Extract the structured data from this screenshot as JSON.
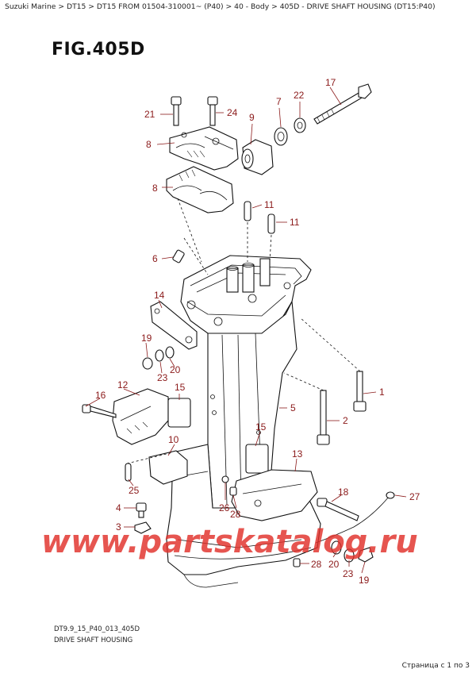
{
  "breadcrumb": "Suzuki Marine > DT15 > DT15 FROM 01504-310001~ (P40) > 40 - Body > 405D - DRIVE SHAFT HOUSING (DT15:P40)",
  "figure_title": "FIG.405D",
  "footer": {
    "code": "DT9.9_15_P40_013_405D",
    "name": "DRIVE SHAFT HOUSING"
  },
  "watermark": "www.partskatalog.ru",
  "page_indicator": "Страница с 1 по 3",
  "callouts": {
    "c1": "1",
    "c2": "2",
    "c4": "4",
    "c3": "3",
    "c5": "5",
    "c6": "6",
    "c7": "7",
    "c8a": "8",
    "c8b": "8",
    "c9": "9",
    "c10": "10",
    "c11a": "11",
    "c11b": "11",
    "c12": "12",
    "c13": "13",
    "c14": "14",
    "c15a": "15",
    "c15b": "15",
    "c16": "16",
    "c17": "17",
    "c18": "18",
    "c19a": "19",
    "c19b": "19",
    "c20a": "20",
    "c20b": "20",
    "c21": "21",
    "c22": "22",
    "c23a": "23",
    "c23b": "23",
    "c24": "24",
    "c25": "25",
    "c26": "26",
    "c27": "27",
    "c28a": "28",
    "c28b": "28"
  },
  "colors": {
    "callout": "#8b1a1a",
    "watermark": "#e0302a",
    "line": "#111111"
  }
}
